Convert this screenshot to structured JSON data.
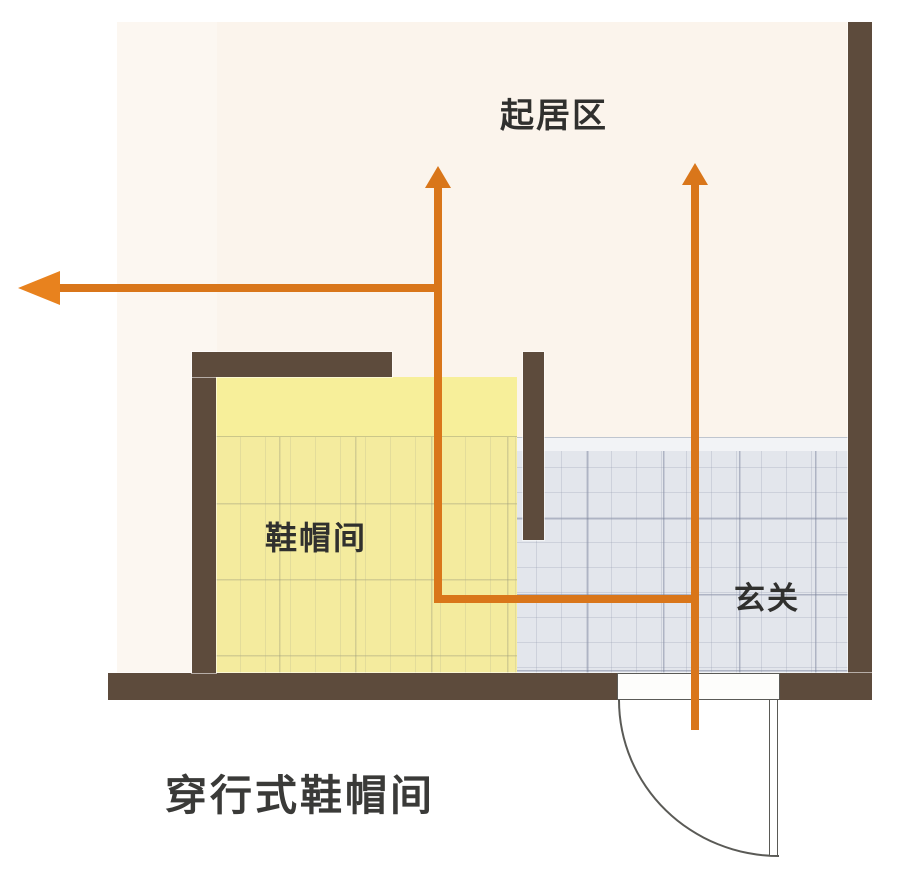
{
  "diagram": {
    "caption": "穿行式鞋帽间",
    "type": "floor-plan",
    "rooms": [
      {
        "key": "living",
        "label": "起居区"
      },
      {
        "key": "closet",
        "label": "鞋帽间"
      },
      {
        "key": "foyer",
        "label": "玄关"
      }
    ],
    "labels": {
      "living_area": "起居区",
      "cloakroom": "鞋帽间",
      "entryway": "玄关"
    },
    "colors": {
      "wall": "#5d4b3c",
      "living_floor": "#fbf4ec",
      "cloakroom_floor": "#f4eb9e",
      "foyer_tile": "#e3e6ec",
      "circulation_arrow": "#d9761a",
      "text": "#30302e"
    },
    "elements": {
      "door": "entry-door",
      "door_swing": "quarter-arc",
      "partition": "partition-stub",
      "arrows": [
        {
          "name": "arrow-to-living-left",
          "direction": "left"
        },
        {
          "name": "arrow-through-cloakroom",
          "direction": "up"
        },
        {
          "name": "arrow-from-entry-door",
          "direction": "up"
        }
      ]
    }
  }
}
